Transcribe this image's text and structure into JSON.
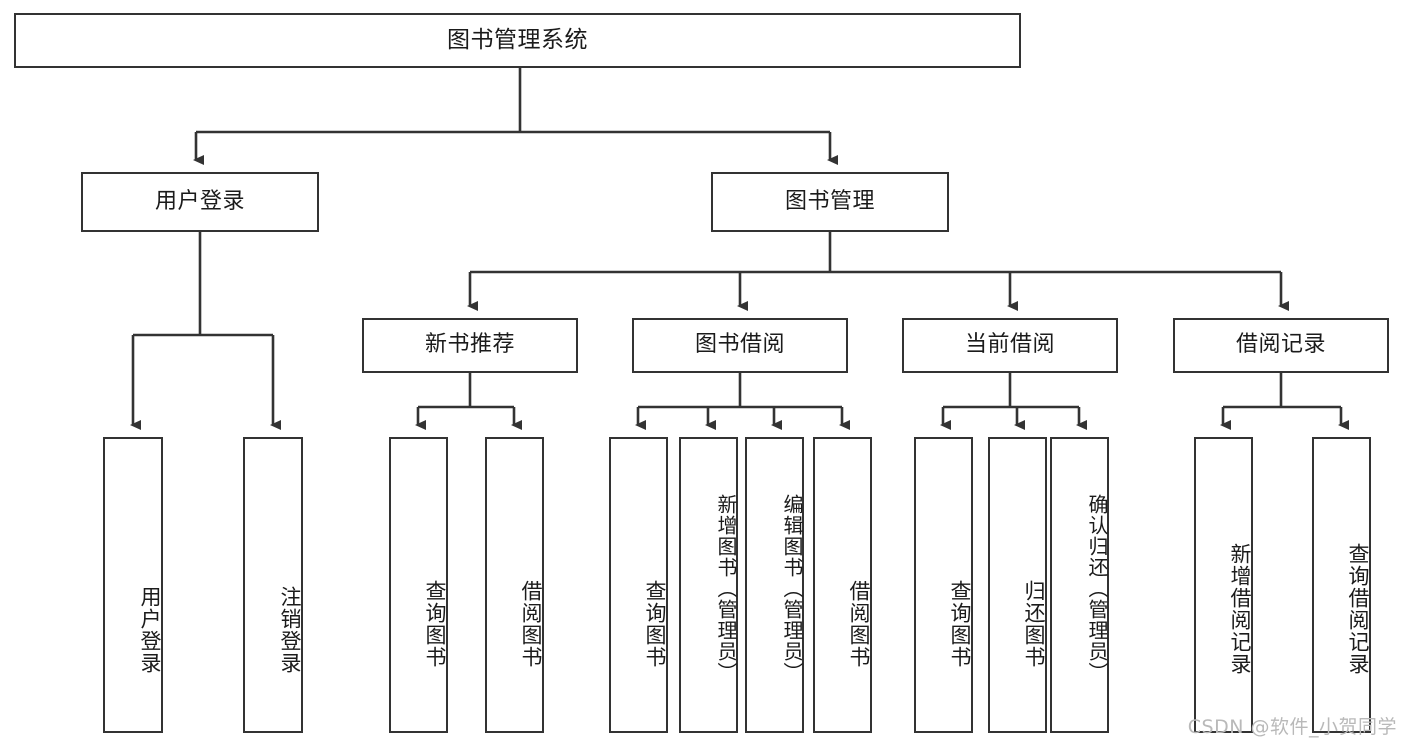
{
  "diagram": {
    "title": "图书管理系统",
    "type": "tree",
    "watermark": "CSDN @软件_小贺同学",
    "colors": {
      "border": "#333333",
      "background": "#ffffff",
      "text": "#1b1b1b",
      "watermark": "#b9b9b9"
    },
    "nodes": {
      "root": {
        "label": "图书管理系统"
      },
      "level1": [
        {
          "id": "user-login",
          "label": "用户登录"
        },
        {
          "id": "book-manage",
          "label": "图书管理"
        }
      ],
      "level2": [
        {
          "id": "new-book-recommend",
          "label": "新书推荐"
        },
        {
          "id": "book-borrow",
          "label": "图书借阅"
        },
        {
          "id": "current-borrow",
          "label": "当前借阅"
        },
        {
          "id": "borrow-record",
          "label": "借阅记录"
        }
      ],
      "leaves": {
        "user-login": [
          {
            "id": "leaf-user-login",
            "label": "用户登录"
          },
          {
            "id": "leaf-logout",
            "label": "注销登录"
          }
        ],
        "new-book-recommend": [
          {
            "id": "leaf-query-book-1",
            "label": "查询图书"
          },
          {
            "id": "leaf-borrow-book-1",
            "label": "借阅图书"
          }
        ],
        "book-borrow": [
          {
            "id": "leaf-query-book-2",
            "label": "查询图书"
          },
          {
            "id": "leaf-add-book",
            "label": "新增图书（管理员）"
          },
          {
            "id": "leaf-edit-book",
            "label": "编辑图书（管理员）"
          },
          {
            "id": "leaf-borrow-book-2",
            "label": "借阅图书"
          }
        ],
        "current-borrow": [
          {
            "id": "leaf-query-book-3",
            "label": "查询图书"
          },
          {
            "id": "leaf-return-book",
            "label": "归还图书"
          },
          {
            "id": "leaf-confirm-return",
            "label": "确认归还（管理员）"
          }
        ],
        "borrow-record": [
          {
            "id": "leaf-add-record",
            "label": "新增借阅记录"
          },
          {
            "id": "leaf-query-record",
            "label": "查询借阅记录"
          }
        ]
      }
    }
  }
}
